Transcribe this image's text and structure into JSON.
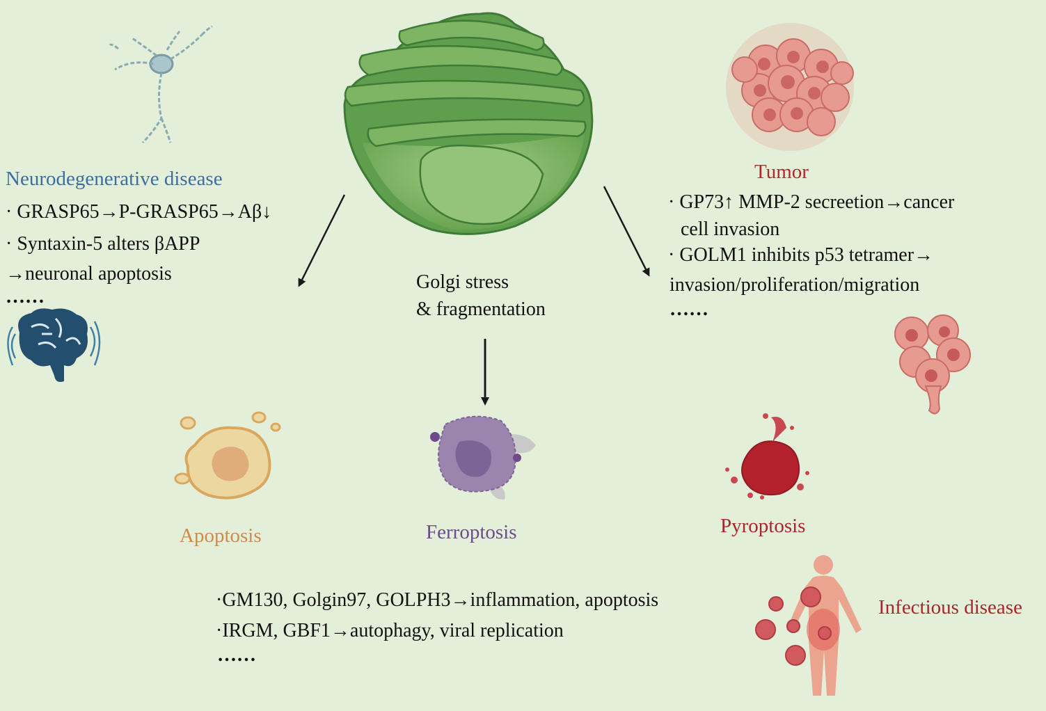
{
  "center": {
    "line1": "Golgi stress",
    "line2": "& fragmentation"
  },
  "neuro": {
    "title": "Neurodegenerative disease",
    "title_color": "#3d6ea0",
    "line1": "· GRASP65→P-GRASP65→Aβ↓",
    "line2": "· Syntaxin-5 alters βAPP",
    "line3": "→neuronal apoptosis",
    "ellipsis": "……"
  },
  "tumor": {
    "title": "Tumor",
    "title_color": "#b8262b",
    "line1": "· GP73↑ MMP-2 secreetion→cancer",
    "line2": "cell invasion",
    "line3": "· GOLM1 inhibits p53 tetramer→",
    "line4": "invasion/proliferation/migration",
    "ellipsis": "……"
  },
  "death": {
    "apoptosis": "Apoptosis",
    "apoptosis_color": "#d08a48",
    "ferroptosis": "Ferroptosis",
    "ferroptosis_color": "#6e4a8c",
    "pyroptosis": "Pyroptosis",
    "pyroptosis_color": "#a8262b"
  },
  "infection": {
    "title": "Infectious disease",
    "title_color": "#a8262b",
    "line1": "·GM130, Golgin97, GOLPH3→inflammation, apoptosis",
    "line2": "·IRGM, GBF1→autophagy, viral replication",
    "ellipsis": "……"
  },
  "icons": [
    "neuron-icon",
    "golgi-apparatus-icon",
    "tumor-cell-cluster-icon",
    "brain-icon",
    "metastasizing-cell-icon",
    "apoptotic-cell-icon",
    "ferroptotic-cell-icon",
    "pyroptotic-cell-icon",
    "infected-human-icon",
    "virus-icon"
  ],
  "colors": {
    "background": "#e4efda",
    "golgi": "#5e9a4c",
    "golgi_light": "#8cbd70"
  }
}
